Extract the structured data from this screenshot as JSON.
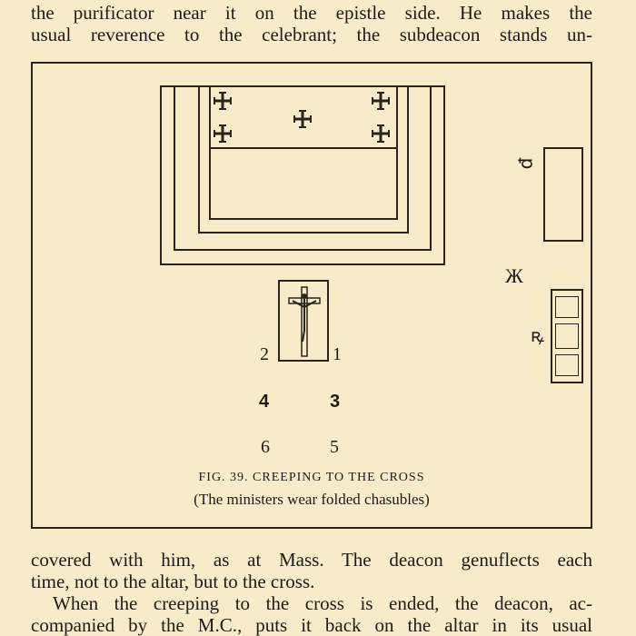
{
  "text": {
    "top_lines": [
      "the purificator near it on the epistle side. He makes the",
      "usual reverence to the celebrant; the subdeacon stands un-"
    ],
    "bottom_lines": [
      "covered with him, as at Mass. The deacon genuflects each",
      "time, not to the altar, but to the cross.",
      "When the creeping to the cross is ended, the deacon, ac-",
      "companied by the M.C., puts it back on the altar in its usual"
    ]
  },
  "figure": {
    "caption": "FIG. 39. CREEPING TO THE CROSS",
    "subcaption": "(The ministers wear folded chasubles)",
    "positions": {
      "p1": "1",
      "p2": "2",
      "p3": "3",
      "p4": "4",
      "p5": "5",
      "p6": "6"
    },
    "side_labels": {
      "credence": "ꝑ",
      "mc": "Ж",
      "sedilia_left": "ꝶ"
    }
  }
}
